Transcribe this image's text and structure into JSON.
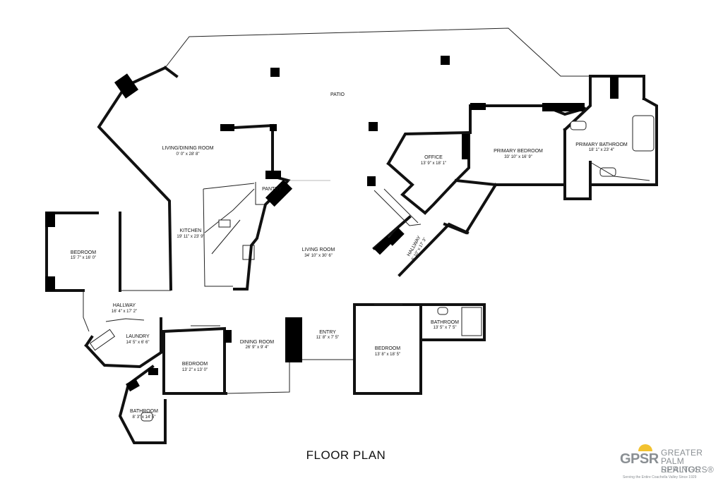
{
  "rooms": {
    "patio": {
      "name": "PATIO"
    },
    "living_dining": {
      "name": "LIVING/DINING ROOM",
      "dims": "0' 0\" x 28' 8\""
    },
    "pantry": {
      "name": "PANTRY"
    },
    "kitchen": {
      "name": "KITCHEN",
      "dims": "19' 11\" x 23' 9\""
    },
    "living_room": {
      "name": "LIVING ROOM",
      "dims": "34' 10\" x 30' 6\""
    },
    "office": {
      "name": "OFFICE",
      "dims": "13' 9\" x 18' 1\""
    },
    "primary_bedroom": {
      "name": "PRIMARY BEDROOM",
      "dims": "33' 10\" x 16' 9\""
    },
    "primary_bathroom": {
      "name": "PRIMARY BATHROOM",
      "dims": "18' 1\" x 23' 4\""
    },
    "hallway_east": {
      "name": "HALLWAY",
      "dims": "5' 10\" x 17' 3\""
    },
    "bedroom_west": {
      "name": "BEDROOM",
      "dims": "15' 7\" x 16' 0\""
    },
    "hallway_west": {
      "name": "HALLWAY",
      "dims": "16' 4\" x 17' 2\""
    },
    "laundry": {
      "name": "LAUNDRY",
      "dims": "14' 5\" x 6' 6\""
    },
    "bedroom_center": {
      "name": "BEDROOM",
      "dims": "13' 2\" x 13' 0\""
    },
    "dining_room": {
      "name": "DINING ROOM",
      "dims": "26' 9\" x 9' 4\""
    },
    "entry": {
      "name": "ENTRY",
      "dims": "11' 8\" x 7' 5\""
    },
    "bedroom_east": {
      "name": "BEDROOM",
      "dims": "13' 8\" x 18' 5\""
    },
    "bathroom_east": {
      "name": "BATHROOM",
      "dims": "13' 5\" x 7' 5\""
    },
    "bathroom_west": {
      "name": "BATHROOM",
      "dims": "8' 3\" x 14' 5\""
    }
  },
  "title": "FLOOR PLAN",
  "logo": {
    "letters": "GPSR",
    "line1": "GREATER",
    "line2": "PALM SPRINGS",
    "line3": "REALTORS®",
    "tagline": "Serving the Entire Coachella Valley Since 1929",
    "colors": {
      "text": "#8a8f93",
      "sun": "#f2c230"
    }
  },
  "colors": {
    "walls": "#111111",
    "background": "#ffffff"
  }
}
